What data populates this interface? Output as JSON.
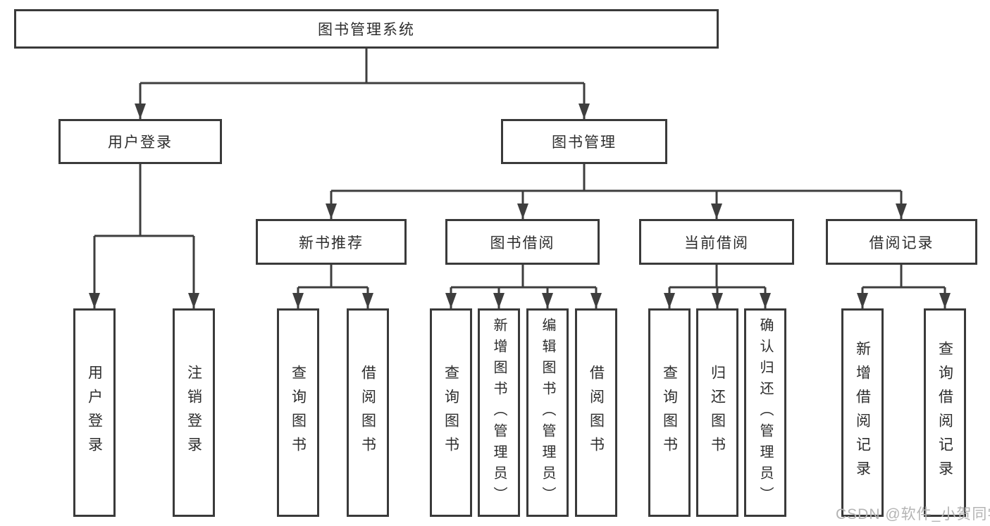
{
  "tree": {
    "label": "图书管理系统",
    "children": [
      {
        "label": "用户登录",
        "children": [
          {
            "label": "用户登录"
          },
          {
            "label": "注销登录"
          }
        ]
      },
      {
        "label": "图书管理",
        "children": [
          {
            "label": "新书推荐",
            "children": [
              {
                "label": "查询图书"
              },
              {
                "label": "借阅图书"
              }
            ]
          },
          {
            "label": "图书借阅",
            "children": [
              {
                "label": "查询图书"
              },
              {
                "label": "新增图书（管理员）"
              },
              {
                "label": "编辑图书（管理员）"
              },
              {
                "label": "借阅图书"
              }
            ]
          },
          {
            "label": "当前借阅",
            "children": [
              {
                "label": "查询图书"
              },
              {
                "label": "归还图书"
              },
              {
                "label": "确认归还（管理员）"
              }
            ]
          },
          {
            "label": "借阅记录",
            "children": [
              {
                "label": "新增借阅记录"
              },
              {
                "label": "查询借阅记录"
              }
            ]
          }
        ]
      }
    ]
  },
  "watermark": "CSDN @软件_小贺同学",
  "colors": {
    "line": "#3e3e3e",
    "box_border": "#3a3a3a",
    "text": "#2d2d2d",
    "watermark_text": "#b4b4b4",
    "background": "#ffffff"
  }
}
